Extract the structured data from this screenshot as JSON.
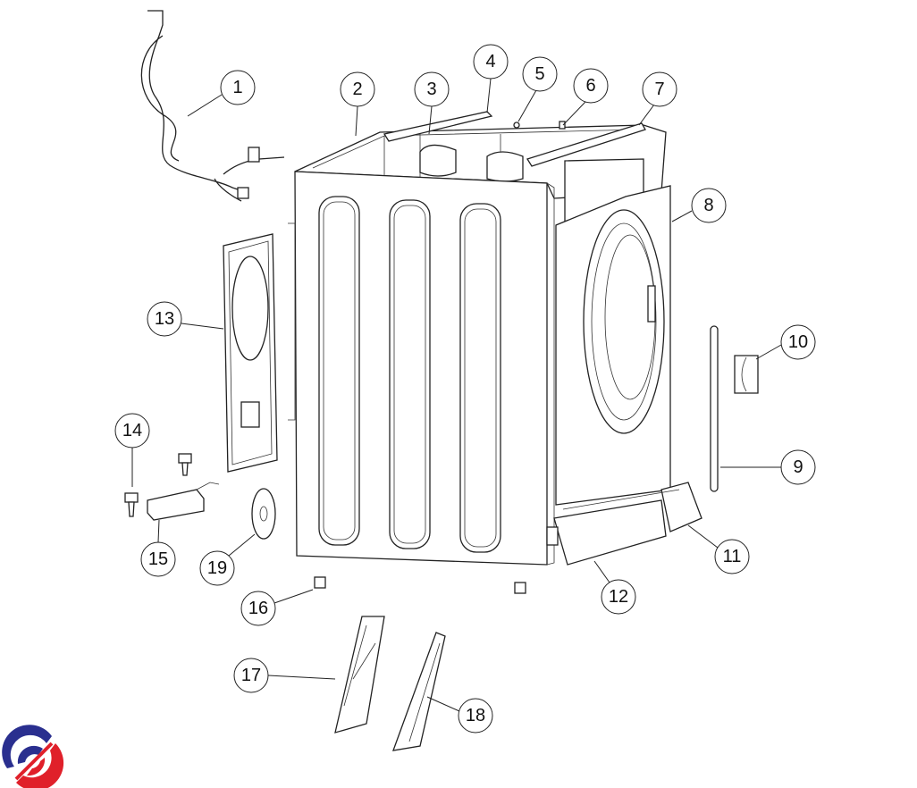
{
  "diagram": {
    "type": "exploded-parts-view",
    "callouts": [
      "1",
      "2",
      "3",
      "4",
      "5",
      "6",
      "7",
      "8",
      "9",
      "10",
      "11",
      "12",
      "13",
      "14",
      "15",
      "16",
      "17",
      "18",
      "19"
    ]
  },
  "logo": {
    "colors": {
      "blue": "#2a2f8f",
      "red": "#e0202a"
    }
  }
}
